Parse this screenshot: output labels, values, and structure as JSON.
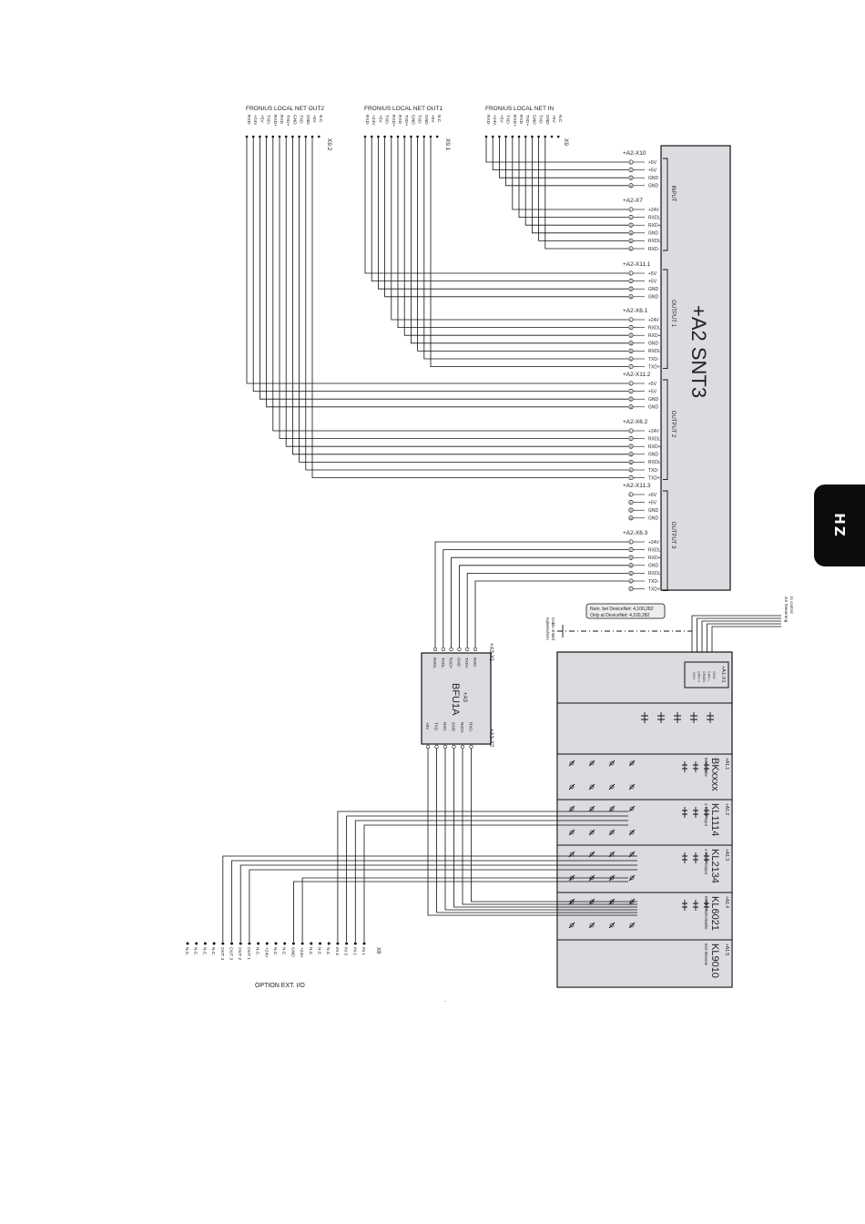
{
  "side_tab": {
    "label": "HZ"
  },
  "header_connectors": [
    {
      "title": "FRONIUS LOCAL NET OUT2",
      "ref": "X9.2",
      "pins": [
        "RXD-",
        "+24V",
        "+5V",
        "TXD-",
        "RXD+",
        "RXD",
        "TXD+",
        "GND",
        "TXD",
        "GND",
        "+5V",
        "N.C."
      ]
    },
    {
      "title": "FRONIUS LOCAL NET OUT1",
      "ref": "X9.1",
      "pins": [
        "RXD-",
        "+24V",
        "+5V",
        "TXD-",
        "RXD+",
        "RXD",
        "TXD+",
        "GND",
        "TXD",
        "GND",
        "+5V",
        "N.C."
      ]
    },
    {
      "title": "FRONIUS LOCAL NET IN",
      "ref": "X9",
      "pins": [
        "RXD-",
        "+24V",
        "+5V",
        "TXD-",
        "RXD+",
        "RXD",
        "TXD+",
        "GND",
        "TXD",
        "GND",
        "+5V",
        "N.C."
      ]
    }
  ],
  "snt3": {
    "title": "+A2 SNT3",
    "groups": [
      {
        "label": "INPUT",
        "connectors": [
          {
            "name": "+A2-X10",
            "pins": [
              "+5V",
              "+5V",
              "GND",
              "GND"
            ]
          },
          {
            "name": "+A2-X7",
            "pins": [
              "+24V",
              "RXDL",
              "RXD+",
              "GND",
              "RXDL",
              "RXD-"
            ]
          }
        ]
      },
      {
        "label": "OUTPUT 1",
        "connectors": [
          {
            "name": "+A2-X11.1",
            "pins": [
              "+5V",
              "+5V",
              "GND",
              "GND"
            ]
          },
          {
            "name": "+A2-X6.1",
            "pins": [
              "+24V",
              "RXDL",
              "RXD+",
              "GND",
              "RXDL",
              "TXD-",
              "TXD+"
            ]
          }
        ]
      },
      {
        "label": "OUTPUT 2",
        "connectors": [
          {
            "name": "+A2-X11.2",
            "pins": [
              "+5V",
              "+5V",
              "GND",
              "GND"
            ]
          },
          {
            "name": "+A2-X6.2",
            "pins": [
              "+24V",
              "RXDL",
              "RXD+",
              "GND",
              "RXDL",
              "TXD-",
              "TXD+"
            ]
          }
        ]
      },
      {
        "label": "OUTPUT 3",
        "connectors": [
          {
            "name": "+A2-X11.3",
            "pins": [
              "+5V",
              "+5V",
              "GND",
              "GND"
            ]
          },
          {
            "name": "+A2-X6.3",
            "pins": [
              "+24V",
              "RXDL",
              "RXD+",
              "GND",
              "RXDL",
              "TXD-",
              "TXD+"
            ]
          }
        ]
      }
    ]
  },
  "bfu": {
    "title": "BFU1A",
    "subtitle": "+A3",
    "x1": "+A3-X1",
    "x2": "+A3-X2",
    "x1_pins": [
      "RXDL",
      "TXDL",
      "RXD+",
      "GND",
      "TXD+",
      "RXD-"
    ],
    "x2_pins": [
      "+5V",
      "TXD",
      "RXD",
      "GND",
      "RXD+",
      "RXD-"
    ]
  },
  "devicenet_note": [
    "Num. bei DeviceNet: 4,100,282",
    "Only at DeviceNet: 4,100,282"
  ],
  "devicenet_left": [
    "Kabelschirm",
    "Cable shield"
  ],
  "devicenet_right": [
    "zur Steuerung",
    "to control"
  ],
  "plc_modules": [
    {
      "ref": "+A1.1",
      "name": "BKxxxx",
      "desc": "Buskoppler"
    },
    {
      "ref": "+A1.2",
      "name": "KL1114",
      "desc": "4-Kanal Input"
    },
    {
      "ref": "+A1.3",
      "name": "KL2134",
      "desc": "4-Kanal Output"
    },
    {
      "ref": "+A1.4",
      "name": "KL6021",
      "desc": "RS422 Schnittstelle"
    },
    {
      "ref": "+A1.5",
      "name": "KL9010",
      "desc": "End Klemme"
    }
  ],
  "bus_connector": {
    "ref": "+A1-X1",
    "pins": [
      "+24V",
      "CAN H",
      "DRAIN",
      "CAN L",
      "GND"
    ]
  },
  "option_io": {
    "title": "OPTION EXT. I/O",
    "ref": "X8",
    "pins": [
      "N.C.",
      "N.C.",
      "N.C.",
      "N.C.",
      "OUT 4",
      "OUT 3",
      "OUT 2",
      "OUT 1",
      "N.C.",
      "+24V",
      "N.C.",
      "N.C.",
      "GND",
      "+24V",
      "N.C.",
      "N.C.",
      "N.C.",
      "IN 4",
      "IN 3",
      "IN 2",
      "IN 1"
    ]
  },
  "footer_mark": "."
}
